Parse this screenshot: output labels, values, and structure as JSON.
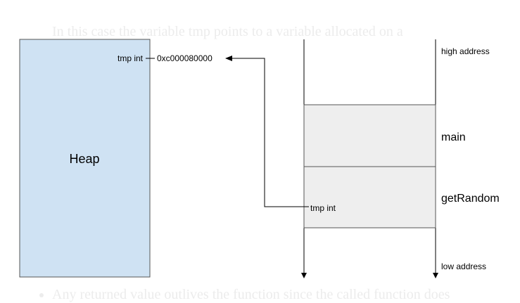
{
  "background": {
    "top_line": "In this case the variable tmp points to a variable allocated on a",
    "bottom_line": "Any returned value outlives the function since the called function does"
  },
  "heap": {
    "label": "Heap",
    "fill": "#cfe2f3",
    "variable_label": "tmp int",
    "address": "0xc000080000"
  },
  "stack": {
    "high_address": "high address",
    "low_address": "low address",
    "frames": [
      {
        "name": "main"
      },
      {
        "name": "getRandom",
        "variable": "tmp int"
      }
    ],
    "frame_fill": "#eeeeee"
  },
  "colors": {
    "line": "#000000",
    "border": "#555555"
  }
}
